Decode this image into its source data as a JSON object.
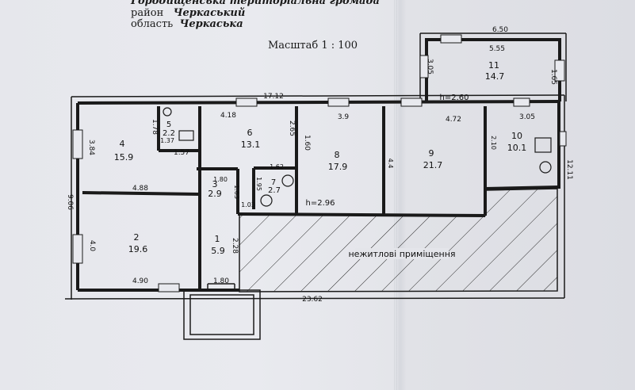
{
  "header": {
    "line1": "Городищенська територіальна громада",
    "line2_label": "район",
    "line2_value": "Черкаський",
    "line3_label": "область",
    "line3_value": "Черкаська",
    "scale": "Масштаб 1 : 100"
  },
  "rooms": [
    {
      "num": "1",
      "area": "5.9"
    },
    {
      "num": "2",
      "area": "19.6"
    },
    {
      "num": "3",
      "area": "2.9"
    },
    {
      "num": "4",
      "area": "15.9"
    },
    {
      "num": "5",
      "area": "2.2"
    },
    {
      "num": "6",
      "area": "13.1"
    },
    {
      "num": "7",
      "area": "2.7"
    },
    {
      "num": "8",
      "area": "17.9"
    },
    {
      "num": "9",
      "area": "21.7"
    },
    {
      "num": "10",
      "area": "10.1"
    },
    {
      "num": "11",
      "area": "14.7"
    }
  ],
  "dimensions": {
    "total_width": "23.62",
    "top_width": "17.12",
    "left_height": "9.06",
    "right_height": "12.11",
    "d_650": "6.50",
    "d_555": "5.55",
    "d_305v": "3.05",
    "d_165": "1.65",
    "h_260": "h=2.60",
    "h_296": "h=2.96",
    "d_418": "4.18",
    "d_39": "3.9",
    "d_472": "4.72",
    "d_305": "3.05",
    "d_178": "1.78",
    "d_384": "3.84",
    "d_157": "1.57",
    "d_137": "1.37",
    "d_488": "4.88",
    "d_180a": "1.80",
    "d_163": "1.63",
    "d_162": "1.62",
    "d_195": "1.95",
    "d_103": "1.03",
    "d_265": "2.65",
    "d_160": "1.60",
    "d_44": "4.4",
    "d_210": "2.10",
    "d_40": "4.0",
    "d_490": "4.90",
    "d_228": "2.28",
    "d_180b": "1.80"
  },
  "nonresidential_label": "нежитлові приміщення"
}
